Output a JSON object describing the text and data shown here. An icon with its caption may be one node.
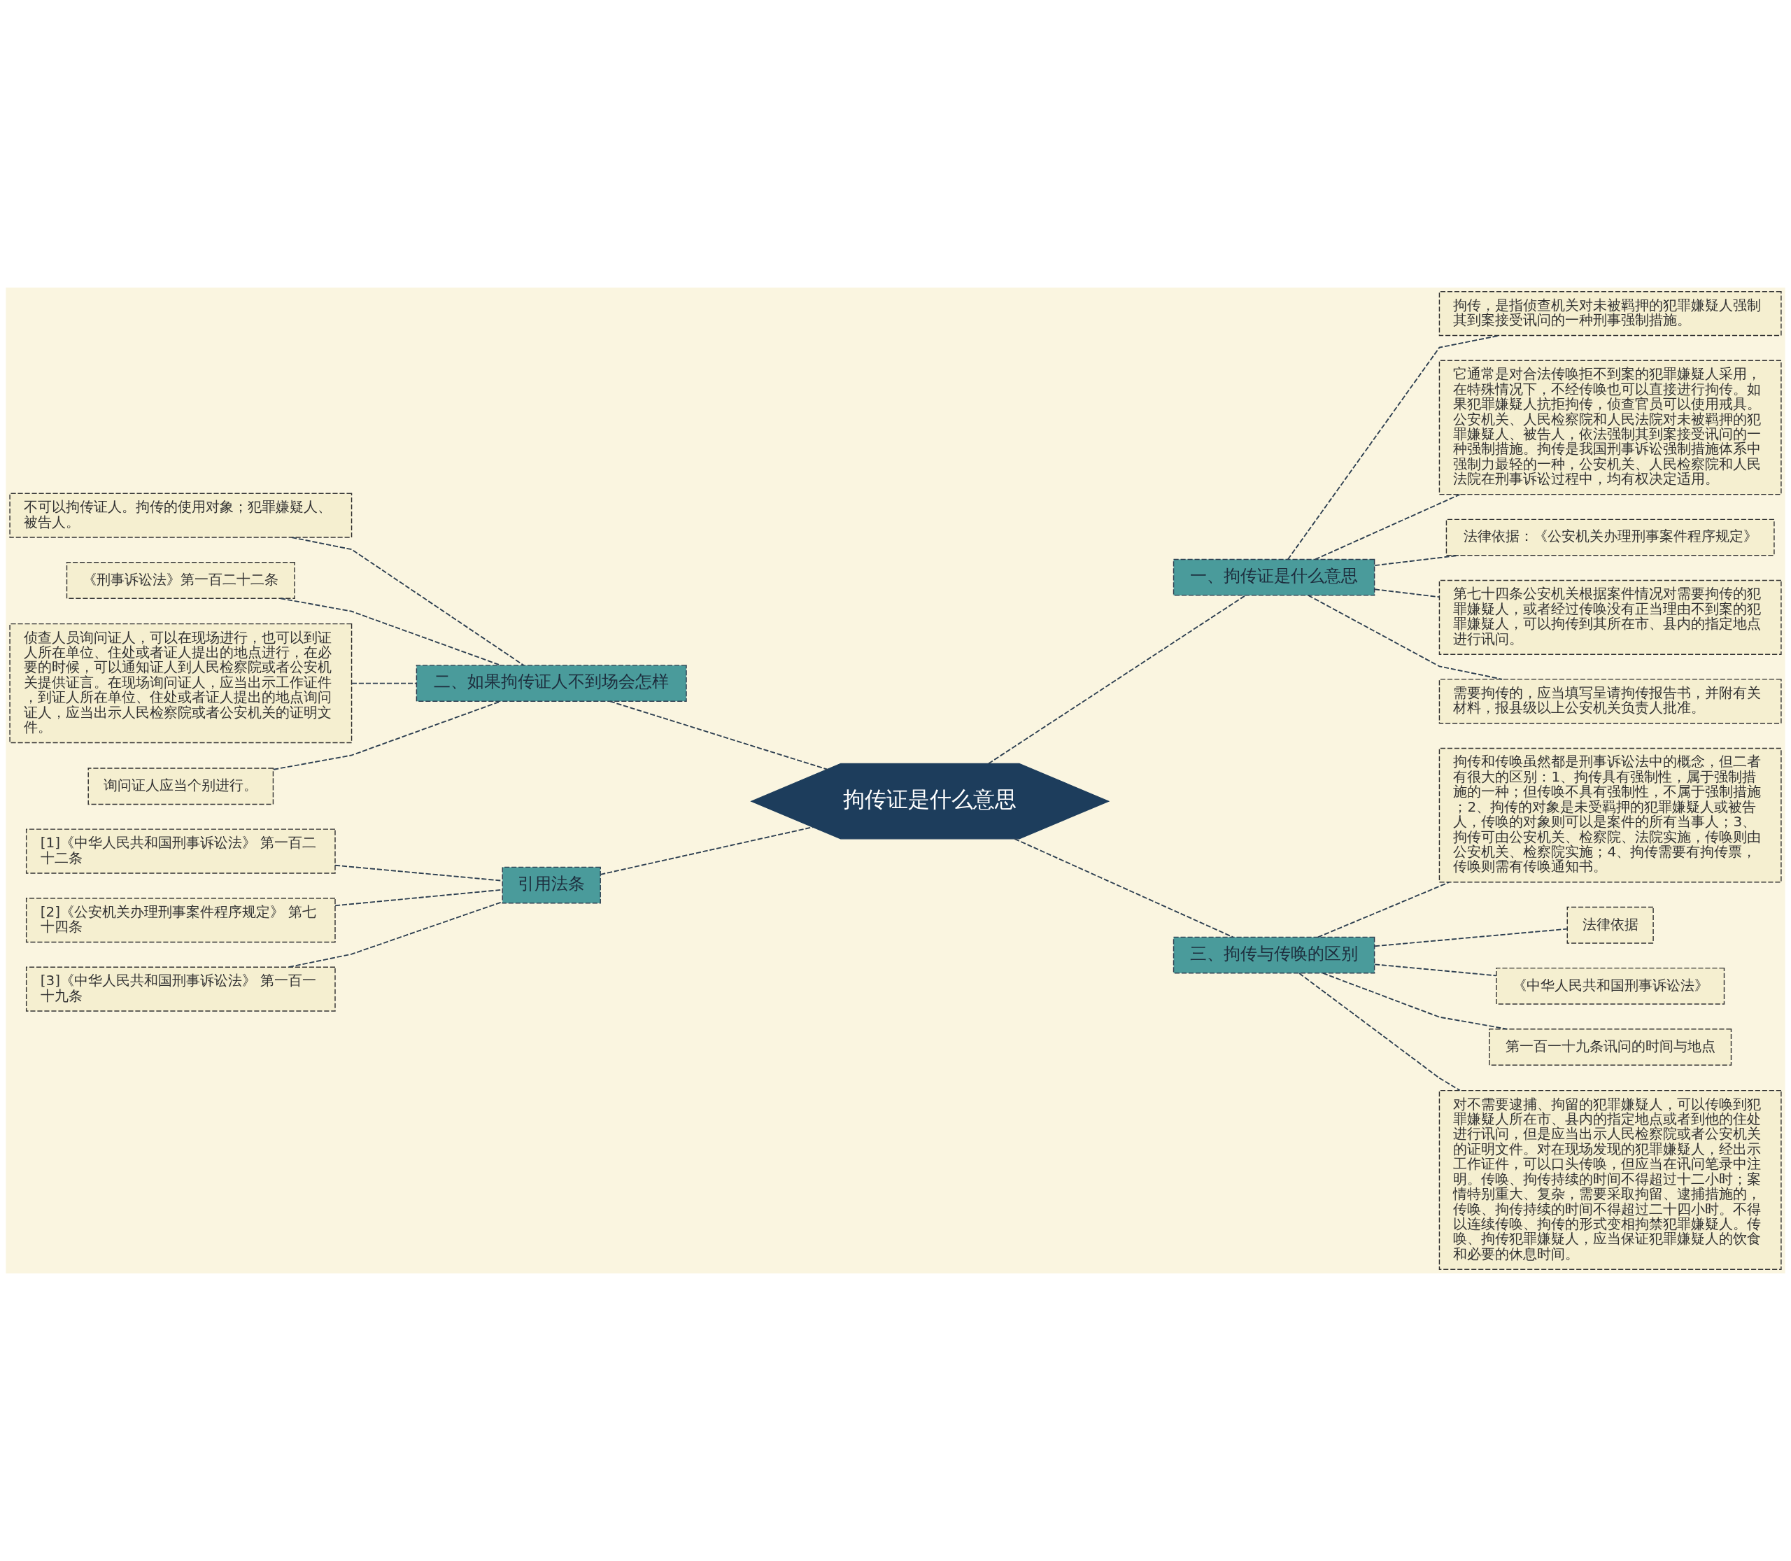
{
  "diagram": {
    "nodes": [
      {
        "text": [
          "拘传证是什么意思"
        ]
      },
      {
        "text": [
          "一、拘传证是什么意思"
        ]
      },
      {
        "text": [
          "拘传，是指侦查机关对未被羁押的犯罪嫌疑人强制其到案接受讯问的一种刑事强制措施。"
        ]
      },
      {
        "text": [
          "它通常是对合法传唤拒不到案的犯罪嫌疑人采用，在特殊情况下，不经传唤也可以直接进行拘传。如果犯罪嫌疑人抗拒拘传，侦查官员可以使用戒具。公安机关、人民检察院和人民法院对未被羁押的犯罪嫌疑人、被告人，依法强制其到案接受讯问的一种强制措施。拘传是我国刑事诉讼强制措施体系中强制力最轻的一种，公安机关、人民检察院和人民法院在刑事诉讼过程中，均有权决定适用。"
        ]
      },
      {
        "text": [
          "法律依据：《公安机关办理刑事案件程序规定》"
        ]
      },
      {
        "text": [
          "第七十四条公安机关根据案件情况对需要拘传的犯罪嫌疑人，或者经过传唤没有正当理由不到案的犯罪嫌疑人，可以拘传到其所在市、县内的指定地点进行讯问。"
        ]
      },
      {
        "text": [
          "需要拘传的，应当填写呈请拘传报告书，并附有关材料，报县级以上公安机关负责人批准。"
        ]
      },
      {
        "text": [
          "三、拘传与传唤的区别"
        ]
      },
      {
        "text": [
          "拘传和传唤虽然都是刑事诉讼法中的概念，但二者有很大的区别：1、拘传具有强制性，属于强制措施的一种；但传唤不具有强制性，不属于强制措施；2、拘传的对象是未受羁押的犯罪嫌疑人或被告人，传唤的对象则可以是案件的所有当事人；3、拘传可由公安机关、检察院、法院实施，传唤则由公安机关、检察院实施；4、拘传需要有拘传票，传唤则需有传唤通知书。"
        ]
      },
      {
        "text": [
          "法律依据"
        ]
      },
      {
        "text": [
          "《中华人民共和国刑事诉讼法》"
        ]
      },
      {
        "text": [
          "第一百一十九条讯问的时间与地点"
        ]
      },
      {
        "text": [
          "对不需要逮捕、拘留的犯罪嫌疑人，可以传唤到犯罪嫌疑人所在市、县内的指定地点或者到他的住处进行讯问，但是应当出示人民检察院或者公安机关的证明文件。对在现场发现的犯罪嫌疑人，经出示工作证件，可以口头传唤，但应当在讯问笔录中注明。传唤、拘传持续的时间不得超过十二小时；案情特别重大、复杂，需要采取拘留、逮捕措施的，传唤、拘传持续的时间不得超过二十四小时。不得以连续传唤、拘传的形式变相拘禁犯罪嫌疑人。传唤、拘传犯罪嫌疑人，应当保证犯罪嫌疑人的饮食和必要的休息时间。"
        ]
      },
      {
        "text": [
          "二、如果拘传证人不到场会怎样"
        ]
      },
      {
        "text": [
          "不可以拘传证人。拘传的使用对象；犯罪嫌疑人、被告人。"
        ]
      },
      {
        "text": [
          "《刑事诉讼法》第一百二十二条"
        ]
      },
      {
        "text": [
          "侦查人员询问证人，可以在现场进行，也可以到证人所在单位、住处或者证人提出的地点进行，在必要的时候，可以通知证人到人民检察院或者公安机关提供证言。在现场询问证人，应当出示工作证件，到证人所在单位、住处或者证人提出的地点询问证人，应当出示人民检察院或者公安机关的证明文件。"
        ]
      },
      {
        "text": [
          "询问证人应当个别进行。"
        ]
      },
      {
        "text": [
          "引用法条"
        ]
      },
      {
        "text": [
          "[1]《中华人民共和国刑事诉讼法》 第一百二十二条"
        ]
      },
      {
        "text": [
          "[2]《公安机关办理刑事案件程序规定》 第七十四条"
        ]
      },
      {
        "text": [
          "[3]《中华人民共和国刑事诉讼法》 第一百一十九条"
        ]
      }
    ],
    "edges": [
      {
        "from": 0,
        "to": 1,
        "arrow": "none"
      },
      {
        "from": 1,
        "to": 2,
        "arrow": "none"
      },
      {
        "from": 1,
        "to": 3,
        "arrow": "none"
      },
      {
        "from": 1,
        "to": 4,
        "arrow": "none"
      },
      {
        "from": 1,
        "to": 5,
        "arrow": "none"
      },
      {
        "from": 1,
        "to": 6,
        "arrow": "none"
      },
      {
        "from": 0,
        "to": 7,
        "arrow": "none"
      },
      {
        "from": 7,
        "to": 8,
        "arrow": "none"
      },
      {
        "from": 7,
        "to": 9,
        "arrow": "none"
      },
      {
        "from": 7,
        "to": 10,
        "arrow": "none"
      },
      {
        "from": 7,
        "to": 11,
        "arrow": "none"
      },
      {
        "from": 7,
        "to": 12,
        "arrow": "none"
      },
      {
        "from": 13,
        "to": 0,
        "arrow": "none"
      },
      {
        "from": 14,
        "to": 13,
        "arrow": "none"
      },
      {
        "from": 15,
        "to": 13,
        "arrow": "none"
      },
      {
        "from": 16,
        "to": 13,
        "arrow": "none"
      },
      {
        "from": 17,
        "to": 13,
        "arrow": "none"
      },
      {
        "from": 18,
        "to": 0,
        "arrow": "none"
      },
      {
        "from": 19,
        "to": 18,
        "arrow": "none"
      },
      {
        "from": 20,
        "to": 18,
        "arrow": "none"
      },
      {
        "from": 21,
        "to": 18,
        "arrow": "none"
      }
    ]
  }
}
